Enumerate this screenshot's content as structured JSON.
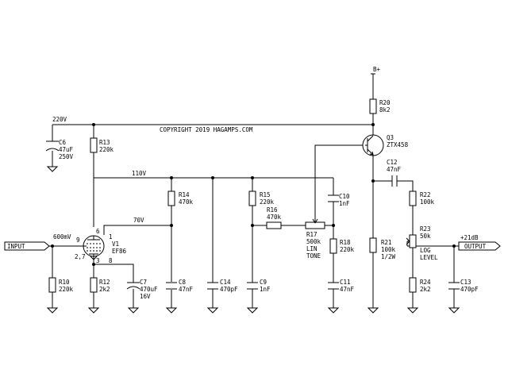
{
  "copyright": "COPYRIGHT 2019 HAGAMPS.COM",
  "rails": {
    "b_plus": "B+",
    "v220": "220V",
    "v110": "110V",
    "v70": "70V",
    "v600m": "600mV"
  },
  "ports": {
    "input": "INPUT",
    "output": "OUTPUT",
    "out_level": "+21dB"
  },
  "tubes": {
    "v1": {
      "ref": "V1",
      "type": "EF86",
      "pin_g1": "9",
      "pin_a": "6",
      "pin_g2": "1",
      "pin_k": "3",
      "pin_g3": "8",
      "pin_h": "2,7"
    },
    "q3": {
      "ref": "Q3",
      "type": "ZTX458"
    }
  },
  "components": {
    "R20": {
      "ref": "R20",
      "value": "8k2"
    },
    "C6": {
      "ref": "C6",
      "value": "47uF",
      "rating": "250V"
    },
    "R13": {
      "ref": "R13",
      "value": "220k"
    },
    "R14": {
      "ref": "R14",
      "value": "470k"
    },
    "R15": {
      "ref": "R15",
      "value": "220k"
    },
    "R16": {
      "ref": "R16",
      "value": "470k"
    },
    "C10": {
      "ref": "C10",
      "value": "1nF"
    },
    "C12": {
      "ref": "C12",
      "value": "47nF"
    },
    "R22": {
      "ref": "R22",
      "value": "100k"
    },
    "R23": {
      "ref": "R23",
      "value": "50k",
      "note": "LOG",
      "function": "LEVEL"
    },
    "R17": {
      "ref": "R17",
      "value": "500k",
      "note": "LIN",
      "function": "TONE"
    },
    "R18": {
      "ref": "R18",
      "value": "220k"
    },
    "R21": {
      "ref": "R21",
      "value": "100k",
      "rating": "1/2W"
    },
    "R10": {
      "ref": "R10",
      "value": "220k"
    },
    "R12": {
      "ref": "R12",
      "value": "2k2"
    },
    "C7": {
      "ref": "C7",
      "value": "470uF",
      "rating": "16V"
    },
    "C8": {
      "ref": "C8",
      "value": "47nF"
    },
    "C14": {
      "ref": "C14",
      "value": "470pF"
    },
    "C9": {
      "ref": "C9",
      "value": "1nF"
    },
    "C11": {
      "ref": "C11",
      "value": "47nF"
    },
    "R24": {
      "ref": "R24",
      "value": "2k2"
    },
    "C13": {
      "ref": "C13",
      "value": "470pF"
    }
  }
}
